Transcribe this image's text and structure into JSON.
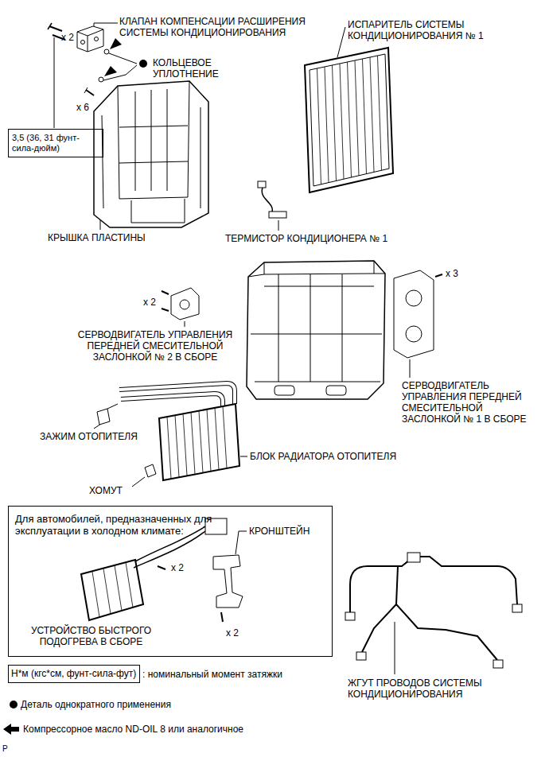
{
  "diagram": {
    "nodes": [
      {
        "text": [
          "3,5 (36, 31 фунт-сила-дюйм)"
        ]
      },
      {
        "text": [
          "Для автомобилей, предназначенных для эксплуатации в холодном климате:"
        ]
      },
      {
        "text": [
          "Н*м (кгс*см, фунт-сила-фут)"
        ]
      }
    ],
    "labels": [
      "x 2",
      "КЛАПАН КОМПЕНСАЦИИ РАСШИРЕНИЯ СИСТЕМЫ КОНДИЦИОНИРОВАНИЯ",
      "КОЛЬЦЕВОЕ УПЛОТНЕНИЕ",
      "x 6",
      "ИСПАРИТЕЛЬ СИСТЕМЫ КОНДИЦИОНИРОВАНИЯ № 1",
      "КРЫШКА ПЛАСТИНЫ",
      "ТЕРМИСТОР КОНДИЦИОНЕРА № 1",
      "x 2",
      "x 3",
      "СЕРВОДВИГАТЕЛЬ УПРАВЛЕНИЯ ПЕРЕДНЕЙ СМЕСИТЕЛЬНОЙ ЗАСЛОНКОЙ № 2 В СБОРЕ",
      "СЕРВОДВИГАТЕЛЬ УПРАВЛЕНИЯ ПЕРЕДНЕЙ СМЕСИТЕЛЬНОЙ ЗАСЛОНКОЙ № 1 В СБОРЕ",
      "ЗАЖИМ ОТОПИТЕЛЯ",
      "БЛОК РАДИАТОРА ОТОПИТЕЛЯ",
      "ХОМУТ",
      "КРОНШТЕЙН",
      "x 2",
      "x 2",
      "УСТРОЙСТВО БЫСТРОГО ПОДОГРЕВА В СБОРЕ",
      "ЖГУТ ПРОВОДОВ СИСТЕМЫ КОНДИЦИОНИРОВАНИЯ",
      "P"
    ],
    "legend": [
      {
        "text": ": номинальный момент затяжки"
      },
      {
        "text": "Деталь однократного применения"
      },
      {
        "text": "Компрессорное масло ND-OIL 8 или аналогичное"
      }
    ]
  }
}
